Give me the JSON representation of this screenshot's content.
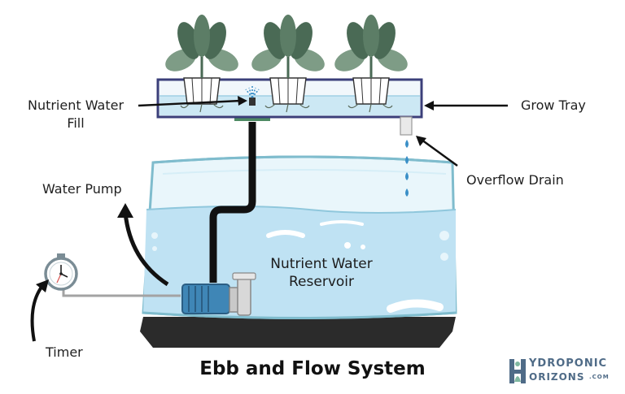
{
  "labels": {
    "nutrient_fill_line1": "Nutrient Water",
    "nutrient_fill_line2": "Fill",
    "grow_tray": "Grow Tray",
    "overflow_drain": "Overflow Drain",
    "water_pump": "Water Pump",
    "reservoir_line1": "Nutrient Water",
    "reservoir_line2": "Reservoir",
    "timer": "Timer"
  },
  "title": "Ebb and Flow System",
  "logo": {
    "line1": "YDROPONIC",
    "line2": "ORIZONS",
    "suffix": ".COM",
    "letter": "H"
  },
  "colors": {
    "water": "#bfe2f3",
    "tank_edge": "#7fbccd",
    "leaf_dark": "#4a6a55",
    "leaf_light": "#7e9c86",
    "pump": "#3f86b6",
    "drops": "#3a8fc7",
    "base": "#2b2b2b"
  }
}
